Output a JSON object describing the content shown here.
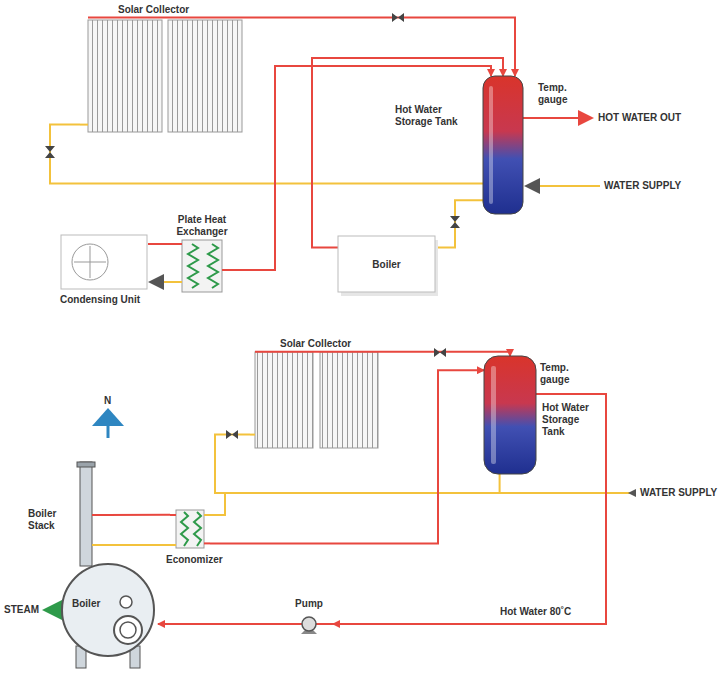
{
  "diagram": {
    "nodes": [
      {
        "text": [
          "Solar Collector"
        ]
      },
      {
        "text": [
          "Hot Water Storage Tank"
        ]
      },
      {
        "text": [
          "Plate Heat Exchanger"
        ]
      },
      {
        "text": [
          "Condensing Unit"
        ]
      },
      {
        "text": [
          "Boiler"
        ]
      },
      {
        "text": [
          "Solar Collector"
        ]
      },
      {
        "text": [
          "Hot Water Storage Tank"
        ]
      },
      {
        "text": [
          "Boiler Stack"
        ]
      },
      {
        "text": [
          "Economizer"
        ]
      },
      {
        "text": [
          "Boiler"
        ]
      },
      {
        "text": [
          "Pump"
        ]
      }
    ],
    "edges": [
      {
        "from": 0,
        "to": 1,
        "arrow": "to"
      },
      {
        "from": 1,
        "to": 0,
        "arrow": "none"
      },
      {
        "from": 2,
        "to": 1,
        "arrow": "to"
      },
      {
        "from": 4,
        "to": 1,
        "arrow": "to"
      },
      {
        "from": 3,
        "to": 2,
        "arrow": "none"
      },
      {
        "from": 1,
        "to": 4,
        "arrow": "none"
      },
      {
        "from": 5,
        "to": 6,
        "arrow": "to"
      },
      {
        "from": 6,
        "to": 5,
        "arrow": "none"
      },
      {
        "from": 8,
        "to": 6,
        "arrow": "to"
      },
      {
        "from": 6,
        "to": 10,
        "arrow": "to"
      },
      {
        "from": 10,
        "to": 9,
        "arrow": "to"
      },
      {
        "from": 7,
        "to": 8,
        "arrow": "none"
      }
    ],
    "labels": [
      "Temp. gauge",
      "HOT WATER OUT",
      "WATER SUPPLY",
      "N",
      "Temp. gauge",
      "WATER SUPPLY",
      "STEAM",
      "Hot Water 80˚C"
    ]
  }
}
